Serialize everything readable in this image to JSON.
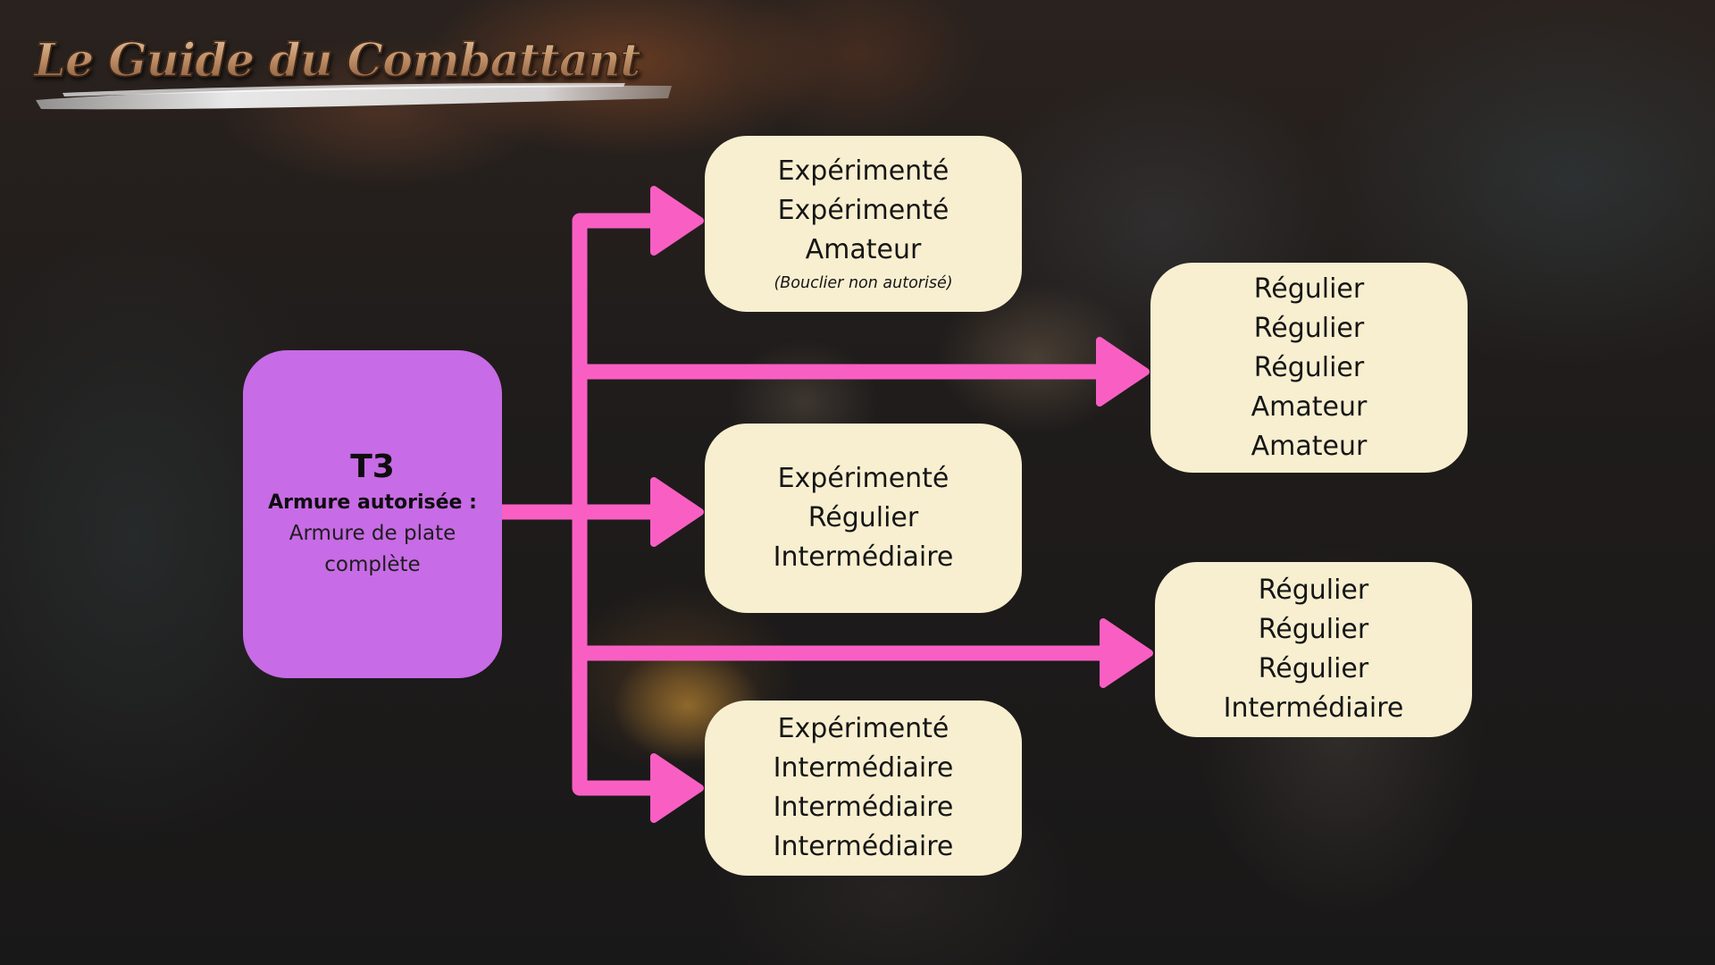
{
  "logo": {
    "title": "Le Guide du Combattant"
  },
  "center_node": {
    "title": "T3",
    "label": "Armure autorisée :",
    "value": "Armure de plate complète"
  },
  "nodes": [
    {
      "lines": [
        "Expérimenté",
        "Expérimenté",
        "Amateur"
      ],
      "note": "(Bouclier non autorisé)"
    },
    {
      "lines": [
        "Régulier",
        "Régulier",
        "Régulier",
        "Amateur",
        "Amateur"
      ]
    },
    {
      "lines": [
        "Expérimenté",
        "Régulier",
        "Intermédiaire"
      ]
    },
    {
      "lines": [
        "Régulier",
        "Régulier",
        "Régulier",
        "Intermédiaire"
      ]
    },
    {
      "lines": [
        "Expérimenté",
        "Intermédiaire",
        "Intermédiaire",
        "Intermédiaire"
      ]
    }
  ],
  "colors": {
    "connector": "#f95fc3",
    "center_node": "#c86be6",
    "node": "#f8efd0",
    "text": "#161616"
  }
}
